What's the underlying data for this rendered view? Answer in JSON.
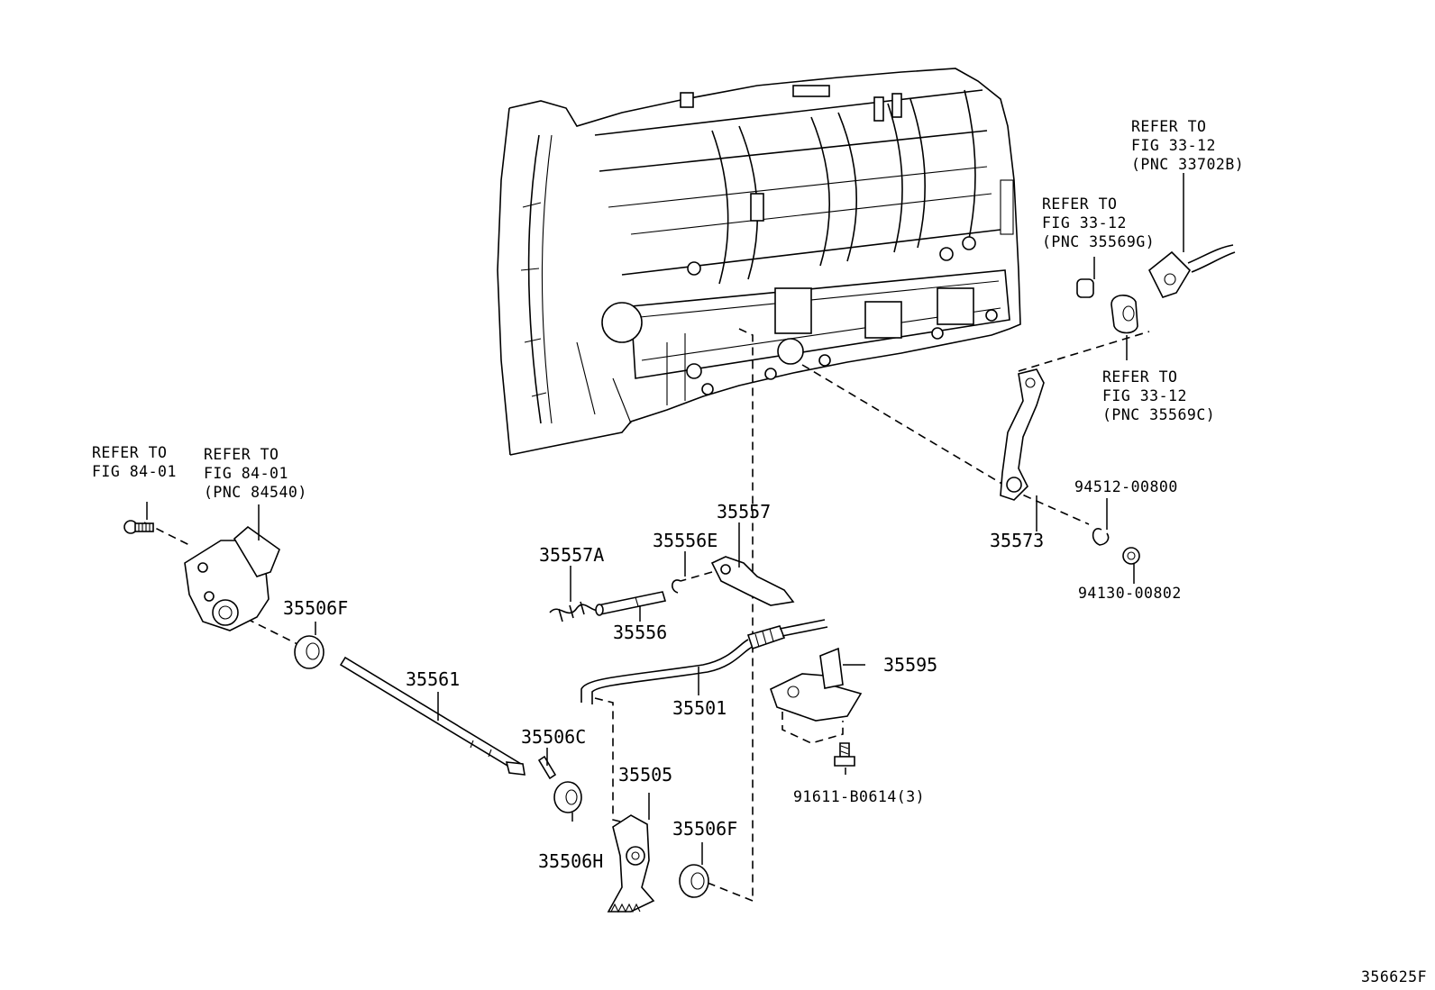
{
  "diagram_id": "356625F",
  "references": {
    "fig_84_01_a": [
      "REFER TO",
      "FIG 84-01"
    ],
    "fig_84_01_b": [
      "REFER TO",
      "FIG 84-01",
      "(PNC 84540)"
    ],
    "fig_33_12_a": [
      "REFER TO",
      "FIG 33-12",
      "(PNC 33702B)"
    ],
    "fig_33_12_b": [
      "REFER TO",
      "FIG 33-12",
      "(PNC 35569G)"
    ],
    "fig_33_12_c": [
      "REFER TO",
      "FIG 33-12",
      "(PNC 35569C)"
    ]
  },
  "parts": {
    "p35557": "35557",
    "p35557A": "35557A",
    "p35556E": "35556E",
    "p35556": "35556",
    "p35506F_top": "35506F",
    "p35561": "35561",
    "p35501": "35501",
    "p35595": "35595",
    "p35506C": "35506C",
    "p35505": "35505",
    "p35506F_bottom": "35506F",
    "p35506H": "35506H",
    "p35573": "35573",
    "p94512": "94512-00800",
    "p94130": "94130-00802",
    "p91611": "91611-B0614(3)"
  }
}
